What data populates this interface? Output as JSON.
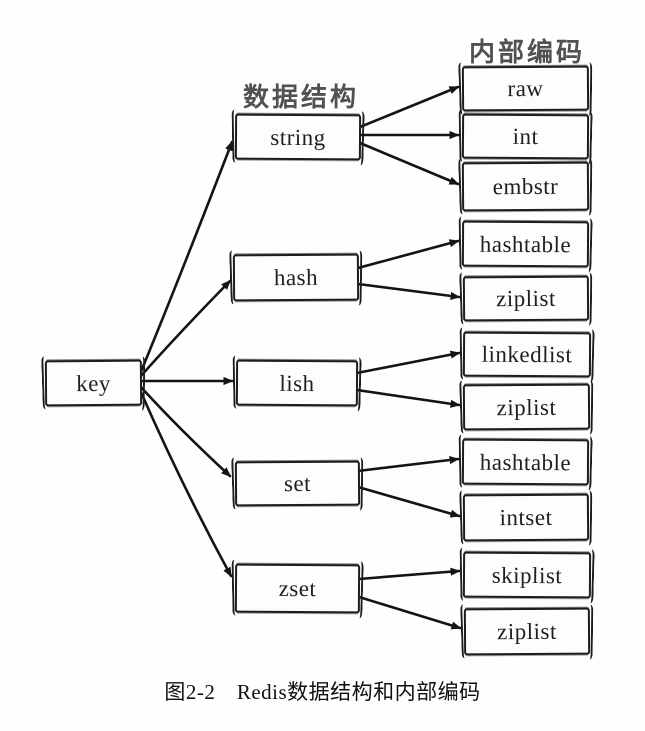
{
  "headers": {
    "data_structure": "数据结构",
    "internal_encoding": "内部编码"
  },
  "key_label": "key",
  "groups": [
    {
      "structure": "string",
      "encodings": [
        "raw",
        "int",
        "embstr"
      ]
    },
    {
      "structure": "hash",
      "encodings": [
        "hashtable",
        "ziplist"
      ]
    },
    {
      "structure": "lish",
      "encodings": [
        "linkedlist",
        "ziplist"
      ]
    },
    {
      "structure": "set",
      "encodings": [
        "hashtable",
        "intset"
      ]
    },
    {
      "structure": "zset",
      "encodings": [
        "skiplist",
        "ziplist"
      ]
    }
  ],
  "edges": [
    {
      "from": "key",
      "to": "string"
    },
    {
      "from": "key",
      "to": "hash"
    },
    {
      "from": "key",
      "to": "lish"
    },
    {
      "from": "key",
      "to": "set"
    },
    {
      "from": "key",
      "to": "zset"
    },
    {
      "from": "string",
      "to": "raw"
    },
    {
      "from": "string",
      "to": "int"
    },
    {
      "from": "string",
      "to": "embstr"
    },
    {
      "from": "hash",
      "to": "hashtable"
    },
    {
      "from": "hash",
      "to": "ziplist"
    },
    {
      "from": "lish",
      "to": "linkedlist"
    },
    {
      "from": "lish",
      "to": "ziplist"
    },
    {
      "from": "set",
      "to": "hashtable"
    },
    {
      "from": "set",
      "to": "intset"
    },
    {
      "from": "zset",
      "to": "skiplist"
    },
    {
      "from": "zset",
      "to": "ziplist"
    }
  ],
  "ink_color": "#141414",
  "caption": "图2-2　Redis数据结构和内部编码"
}
